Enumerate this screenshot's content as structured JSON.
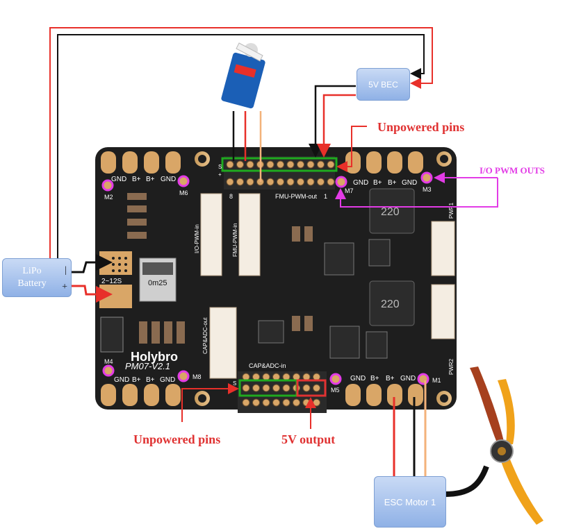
{
  "labels": {
    "bec": "5V BEC",
    "lipo_line1": "LiPo",
    "lipo_line2": "Battery",
    "lipo_minus": "|",
    "lipo_plus": "+",
    "esc": "ESC Motor 1",
    "unpowered_top": "Unpowered pins",
    "unpowered_bottom": "Unpowered pins",
    "five_v_output": "5V output",
    "io_pwm_outs": "I/O PWM OUTS"
  },
  "board": {
    "brand": "Holybro",
    "model": "PM07-V2.1",
    "voltage_range": "2~12S",
    "fmu_header": "FMU-PWM-out",
    "cap_adc_header": "CAP&ADC-in",
    "io_pwm_in": "I/O-PWM-in",
    "fmu_pwm_in": "FMU-PWM-in",
    "cap_adc_out": "CAP&ADC-out",
    "shunt": "0m25",
    "inductor": "220",
    "pwr1": "PWR1",
    "pwr2": "PWR2",
    "pin_s": "S",
    "pin_plus": "+",
    "pin_8": "8",
    "pin_1": "1",
    "pad_gnd": "GND",
    "pad_bplus": "B+",
    "motors": [
      "M1",
      "M2",
      "M3",
      "M4",
      "M5",
      "M6",
      "M7",
      "M8"
    ]
  },
  "colors": {
    "board": "#1e1e1e",
    "red_wire": "#e8302a",
    "black_wire": "#111111",
    "signal_wire": "#f3b27a",
    "green_highlight": "#1faa1f",
    "magenta": "#e23be6",
    "callout_red": "#e03232"
  }
}
